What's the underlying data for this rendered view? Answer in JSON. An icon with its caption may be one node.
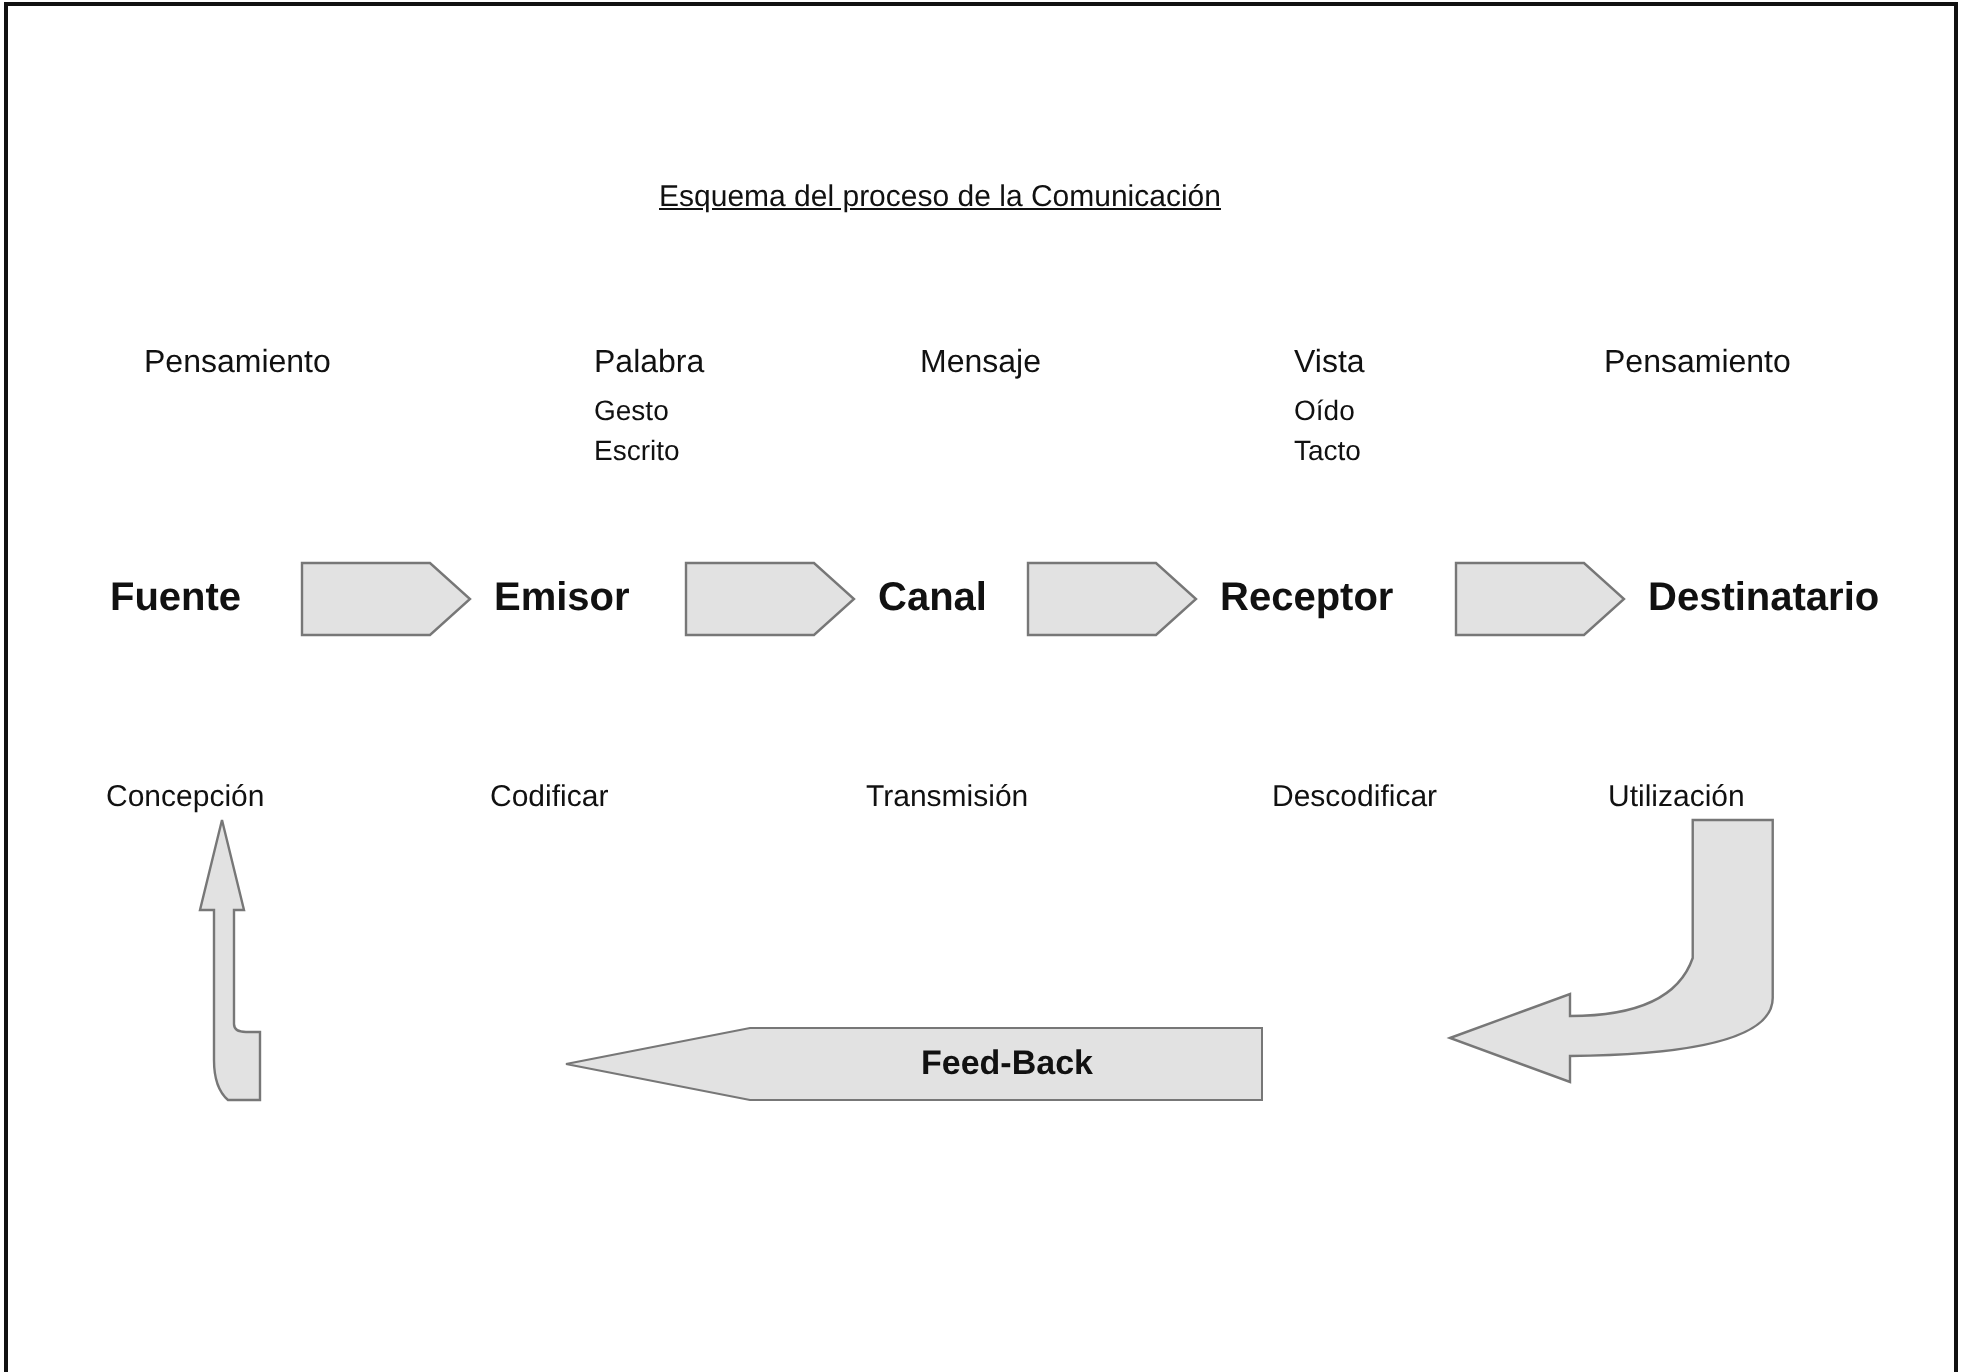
{
  "diagram": {
    "title": "Esquema del proceso de la Comunicación",
    "nodes": [
      {
        "text": [
          "Fuente"
        ]
      },
      {
        "text": [
          "Emisor"
        ]
      },
      {
        "text": [
          "Canal"
        ]
      },
      {
        "text": [
          "Receptor"
        ]
      },
      {
        "text": [
          "Destinatario"
        ]
      },
      {
        "text": [
          "Concepción"
        ]
      },
      {
        "text": [
          "Utilización"
        ]
      },
      {
        "text": [
          "Feed-Back"
        ]
      }
    ],
    "edges": [
      {
        "from": 0,
        "to": 1,
        "arrow": "to"
      },
      {
        "from": 1,
        "to": 2,
        "arrow": "to"
      },
      {
        "from": 2,
        "to": 3,
        "arrow": "to"
      },
      {
        "from": 3,
        "to": 4,
        "arrow": "to"
      },
      {
        "from": 6,
        "to": null,
        "arrow": "to"
      },
      {
        "from": null,
        "to": 5,
        "arrow": "to"
      }
    ],
    "labels": [
      "Pensamiento",
      "Palabra",
      "Mensaje",
      "Vista",
      "Pensamiento",
      "Gesto",
      "Oído",
      "Escrito",
      "Tacto",
      "Codificar",
      "Transmisión",
      "Descodificar"
    ]
  }
}
